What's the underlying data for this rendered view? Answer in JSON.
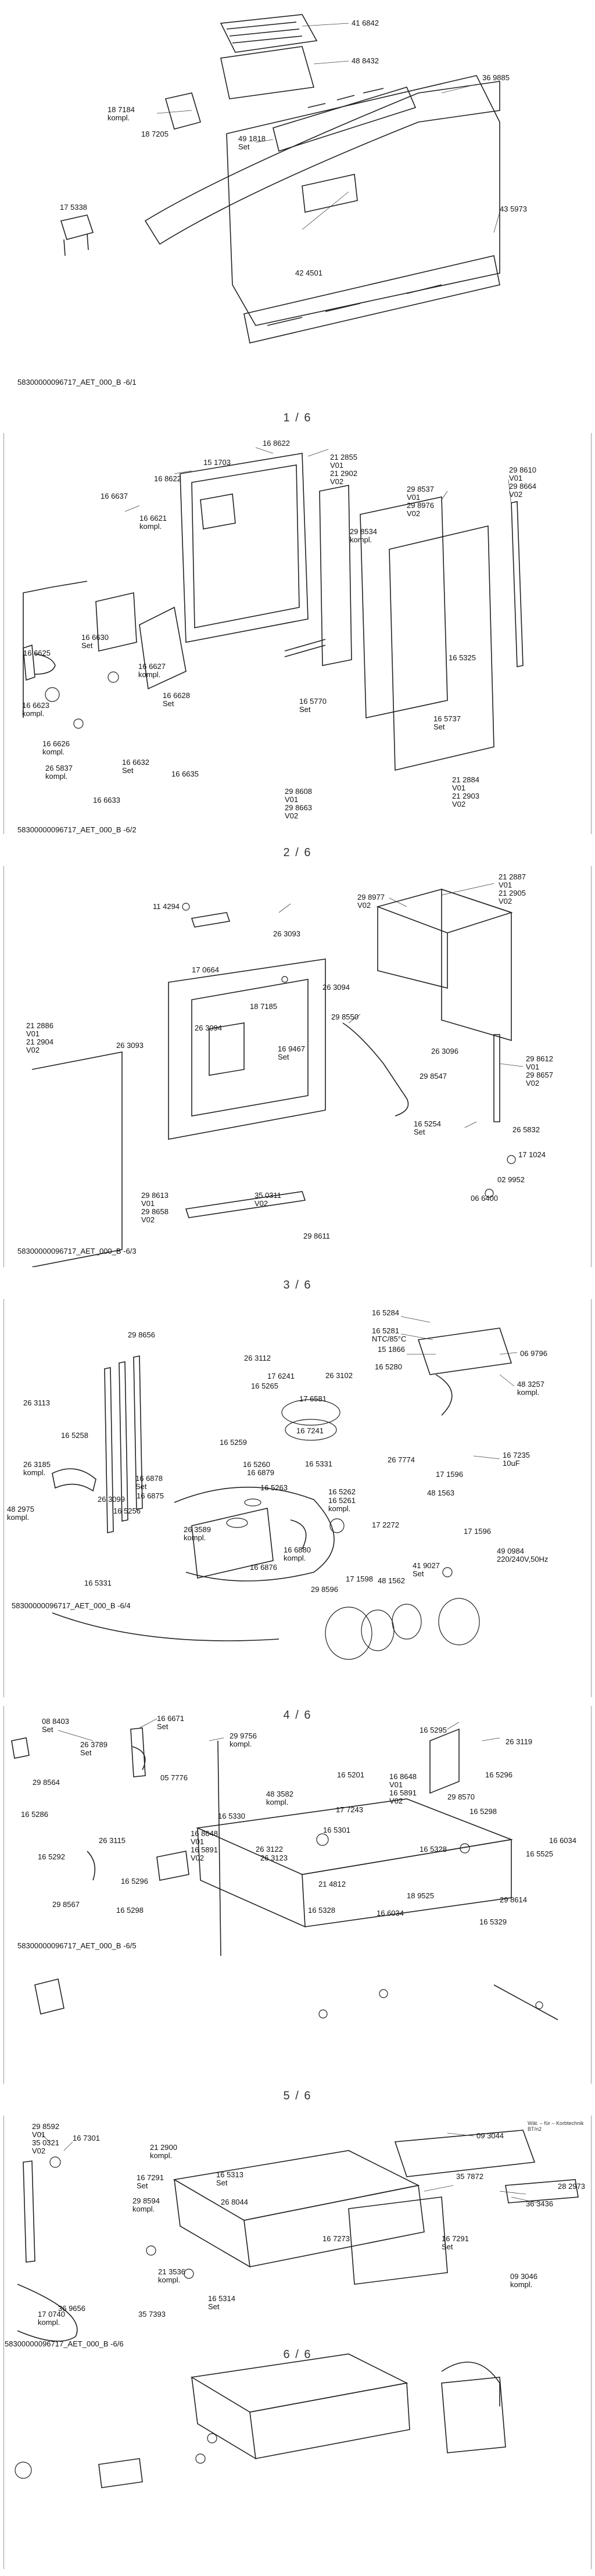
{
  "sheet1": {
    "labels": [
      "41 6842",
      "48 8432",
      "18 7184\nkompl.",
      "18 7205",
      "49 1818\nSet",
      "36 9885",
      "17 5338",
      "42 4501",
      "43 5973"
    ],
    "footer": "58300000096717_AET_000_B -6/1",
    "page": "1 / 6"
  },
  "sheet2": {
    "labels": [
      "16 8622",
      "15 1703",
      "16 8622",
      "21 2855\nV01\n21 2902\nV02",
      "16 6637",
      "16 6621\nkompl.",
      "29 8534\nkompl.",
      "29 8537\nV01\n29 8976\nV02",
      "29 8610\nV01\n29 8664\nV02",
      "16 6625",
      "16 6630\nSet",
      "16 6627\nkompl.",
      "16 6628\nSet",
      "16 5325",
      "16 5770\nSet",
      "16 6623\nkompl.",
      "16 6626\nkompl.",
      "26 5837\nkompl.",
      "16 6632\nSet",
      "16 6635",
      "16 5737\nSet",
      "21 2884\nV01\n21 2903\nV02",
      "16 6633",
      "29 8608\nV01\n29 8663\nV02"
    ],
    "footer": "58300000096717_AET_000_B -6/2",
    "page": "2 / 6"
  },
  "sheet3": {
    "labels": [
      "21 2887\nV01\n21 2905\nV02",
      "29 8977\nV02",
      "11 4294",
      "26 3093",
      "17 0664",
      "26 3094",
      "18 7185",
      "29 8550",
      "21 2886\nV01\n21 2904\nV02",
      "26 3093",
      "26 3094",
      "16 9467\nSet",
      "26 3096",
      "29 8547",
      "29 8612\nV01\n29 8657\nV02",
      "16 5254\nSet",
      "26 5832",
      "17 1024",
      "29 8613\nV01\n29 8658\nV02",
      "35 0311\nV02",
      "02 9952",
      "06 6400",
      "29 8611"
    ],
    "footer": "58300000096717_AET_000_B -6/3",
    "page": "3 / 6"
  },
  "sheet4": {
    "labels": [
      "16 5284",
      "16 5281\nNTC/85°C",
      "15 1866",
      "16 5280",
      "06 9796",
      "29 8656",
      "26 3112",
      "17 6241",
      "16 5265",
      "26 3102",
      "17 6581",
      "48 3257\nkompl.",
      "26 3113",
      "16 7241",
      "16 7235\n10uF",
      "16 5258",
      "16 5259",
      "26 7774",
      "26 3185\nkompl.",
      "16 5260",
      "16 6879",
      "16 5331",
      "17 1596",
      "48 1563",
      "26 3099",
      "16 6875",
      "16 6878\nSet",
      "16 5263",
      "16 5262",
      "16 5261\nkompl.",
      "48 2975\nkompl.",
      "16 5256",
      "17 2272",
      "17 1596",
      "26 3589\nkompl.",
      "16 6880\nkompl.",
      "49 0984\n220/240V,50Hz",
      "16 6876",
      "41 9027\nSet",
      "16 5331",
      "17 1598",
      "48 1562",
      "29 8596"
    ],
    "footer": "58300000096717_AET_000_B -6/4",
    "page": "4 / 6"
  },
  "sheet5": {
    "labels": [
      "08 8403\nSet",
      "16 6671\nSet",
      "29 9756\nkompl.",
      "16 5295",
      "26 3119",
      "26 3789\nSet",
      "16 5296",
      "29 8564",
      "05 7776",
      "16 5201",
      "16 8648\nV01\n16 5891\nV02",
      "29 8570",
      "48 3582\nkompl.",
      "16 5298",
      "16 5286",
      "16 5330",
      "17 7243",
      "16 6034",
      "26 3115",
      "16 8648\nV01\n16 5891\nV02",
      "16 5301",
      "16 5292",
      "26 3122",
      "26 3123",
      "16 5328",
      "16 5525",
      "16 5296",
      "21 4812",
      "18 9525",
      "29 8614",
      "29 8567",
      "16 5298",
      "16 5328",
      "16 6034",
      "16 5329"
    ],
    "footer": "58300000096717_AET_000_B -6/5",
    "page": "5 / 6"
  },
  "sheet6": {
    "labels": [
      "29 8592\nV01\n35 0321\nV02",
      "16 7301",
      "09 3044",
      "21 2900\nkompl.",
      "16 7291\nSet",
      "16 5313\nSet",
      "35 7872",
      "29 8594\nkompl.",
      "26 8044",
      "36 3436",
      "28 2973",
      "16 7273",
      "16 7291\nSet",
      "36 9656",
      "35 7393",
      "21 3536\nkompl.",
      "16 5314\nSet",
      "17 0740\nkompl.",
      "09 3046\nkompl."
    ],
    "note": "Wät. – für – Korbtechnik\nBT/n2",
    "footer": "58300000096717_AET_000_B -6/6",
    "page": "6 / 6"
  }
}
